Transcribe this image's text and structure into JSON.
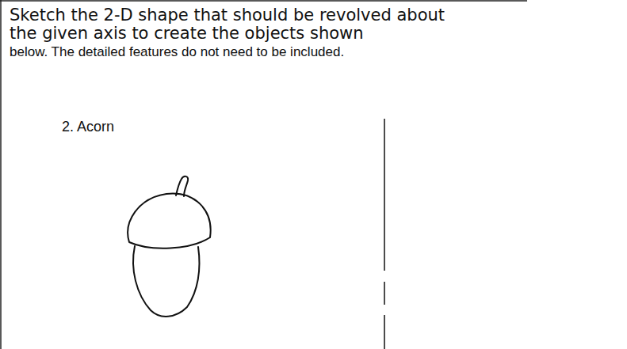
{
  "diagram": {
    "labels": [
      "Sketch the 2-D shape that should be revolved about the given axis to create the objects shown",
      "below. The detailed features do not need to be included.",
      "2. Acorn"
    ]
  }
}
